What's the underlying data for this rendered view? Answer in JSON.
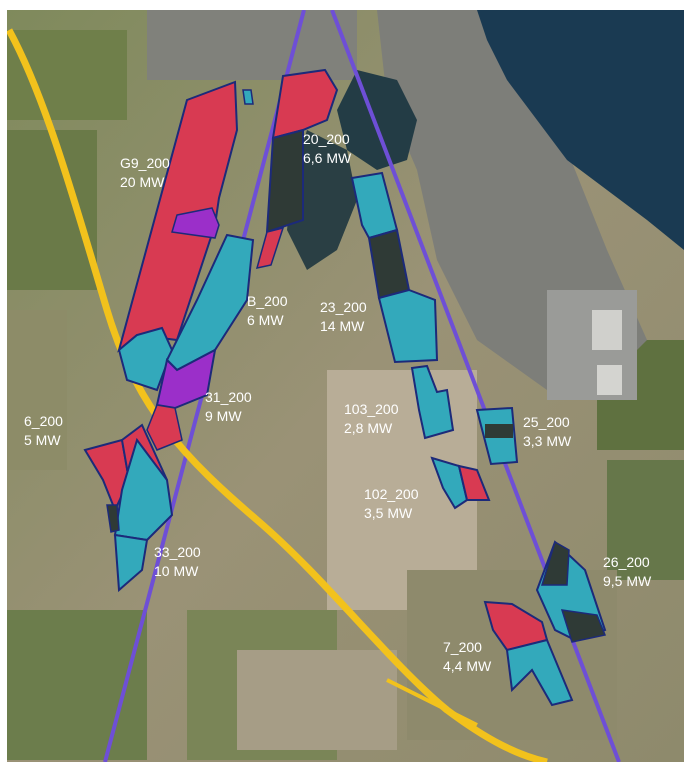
{
  "colors": {
    "parcel_red": "#d83a52",
    "parcel_cyan": "#33a9bb",
    "parcel_purple": "#9b2fc9",
    "parcel_dark": "#2f3a36",
    "outline": "#1c2a7a",
    "power_line": "#6e4fd6",
    "motorway": "#f2c21c",
    "sea": "#1a3a52",
    "field": "#8a8e6a"
  },
  "areas": [
    {
      "id": "G9_200",
      "name": "G9_200",
      "power": "20 MW"
    },
    {
      "id": "20_200",
      "name": "20_200",
      "power": "6,6 MW"
    },
    {
      "id": "B_200",
      "name": "B_200",
      "power": "6 MW"
    },
    {
      "id": "23_200",
      "name": "23_200",
      "power": "14 MW"
    },
    {
      "id": "31_200",
      "name": "31_200",
      "power": "9 MW"
    },
    {
      "id": "103_200",
      "name": "103_200",
      "power": "2,8 MW"
    },
    {
      "id": "25_200",
      "name": "25_200",
      "power": "3,3 MW"
    },
    {
      "id": "6_200",
      "name": "6_200",
      "power": "5 MW"
    },
    {
      "id": "102_200",
      "name": "102_200",
      "power": "3,5 MW"
    },
    {
      "id": "33_200",
      "name": "33_200",
      "power": "10 MW"
    },
    {
      "id": "26_200",
      "name": "26_200",
      "power": "9,5 MW"
    },
    {
      "id": "7_200",
      "name": "7_200",
      "power": "4,4 MW"
    }
  ]
}
